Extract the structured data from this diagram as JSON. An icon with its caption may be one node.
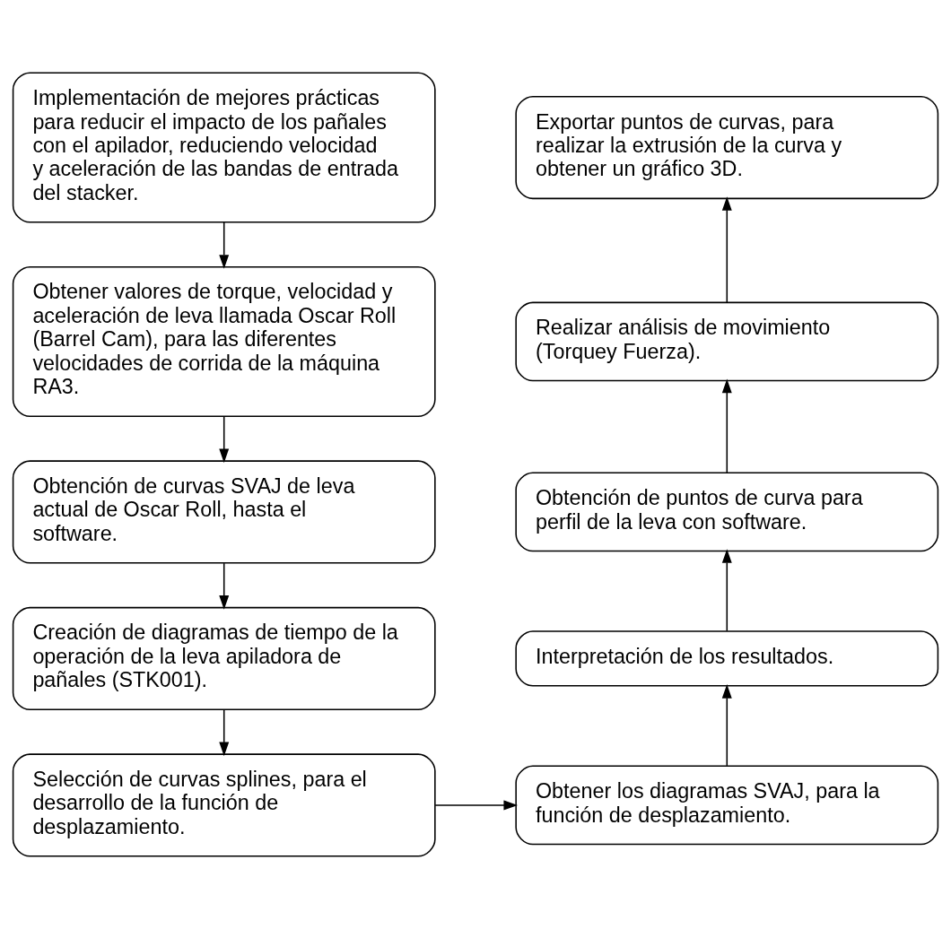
{
  "diagram": {
    "nodes": [
      {
        "text": [
          "Implementación de mejores prácticas para reducir el impacto de los pañales con el apilador, reduciendo velocidad y aceleración de las bandas de entrada del stacker."
        ]
      },
      {
        "text": [
          "Obtener valores de torque, velocidad y aceleración de leva llamada Oscar Roll (Barrel Cam), para las diferentes velocidades de corrida de la máquina RA3."
        ]
      },
      {
        "text": [
          "Obtención de curvas SVAJ de leva actual de Oscar Roll, hasta el software."
        ]
      },
      {
        "text": [
          "Creación de diagramas de tiempo de la operación de la leva apiladora de pañales (STK001)."
        ]
      },
      {
        "text": [
          "Selección de curvas splines, para el desarrollo de la función de desplazamiento."
        ]
      },
      {
        "text": [
          "Obtener los diagramas SVAJ, para la función de desplazamiento."
        ]
      },
      {
        "text": [
          "Interpretación de los resultados."
        ]
      },
      {
        "text": [
          "Obtención de puntos de curva para perfil de la leva con software."
        ]
      },
      {
        "text": [
          "Realizar análisis de movimiento (Torquey Fuerza)."
        ]
      },
      {
        "text": [
          "Exportar puntos de curvas, para realizar la extrusión de la curva y obtener un gráfico 3D."
        ]
      }
    ],
    "edges": [
      {
        "from": 0,
        "to": 1,
        "arrow": "to"
      },
      {
        "from": 1,
        "to": 2,
        "arrow": "to"
      },
      {
        "from": 2,
        "to": 3,
        "arrow": "to"
      },
      {
        "from": 3,
        "to": 4,
        "arrow": "to"
      },
      {
        "from": 4,
        "to": 5,
        "arrow": "to"
      },
      {
        "from": 5,
        "to": 6,
        "arrow": "to"
      },
      {
        "from": 6,
        "to": 7,
        "arrow": "to"
      },
      {
        "from": 7,
        "to": 8,
        "arrow": "to"
      },
      {
        "from": 8,
        "to": 9,
        "arrow": "to"
      }
    ]
  }
}
